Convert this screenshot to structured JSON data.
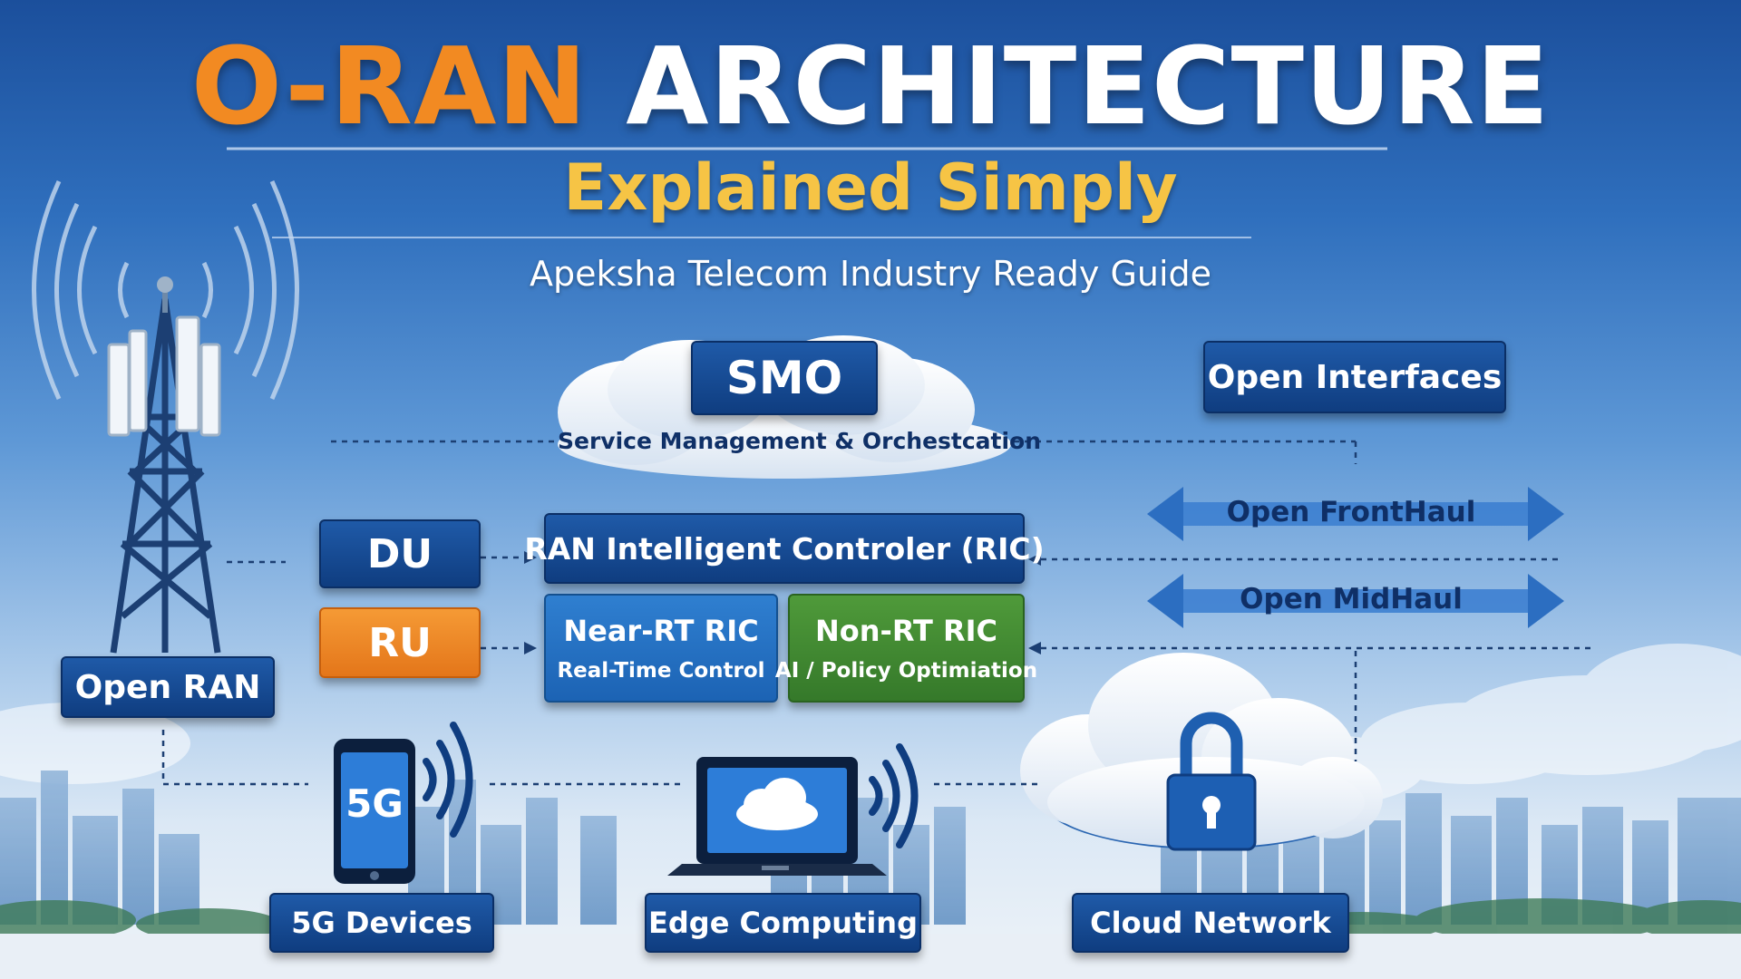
{
  "header": {
    "title_orange": "O-RAN",
    "title_white": "ARCHITECTURE",
    "subtitle": "Explained Simply",
    "guide": "Apeksha Telecom Industry Ready Guide"
  },
  "smo": {
    "label": "SMO",
    "description": "Service Management & Orchestcation"
  },
  "open_interfaces": {
    "label": "Open Interfaces",
    "links": [
      "Open FrontHaul",
      "Open MidHaul"
    ]
  },
  "ran": {
    "du": "DU",
    "ru": "RU",
    "ric": "RAN Intelligent Controler (RIC)",
    "near_rt": {
      "title": "Near-RT RIC",
      "subtitle": "Real-Time Control"
    },
    "non_rt": {
      "title": "Non-RT RIC",
      "subtitle": "AI / Policy Optimiation"
    }
  },
  "tower": {
    "label": "Open RAN"
  },
  "devices": {
    "phone_text": "5G",
    "labels": [
      "5G Devices",
      "Edge Computing",
      "Cloud Network"
    ]
  },
  "colors": {
    "accent_orange": "#f28a22",
    "subtitle_gold": "#f6c445",
    "navy": "#0f3d80",
    "green": "#35792a"
  }
}
